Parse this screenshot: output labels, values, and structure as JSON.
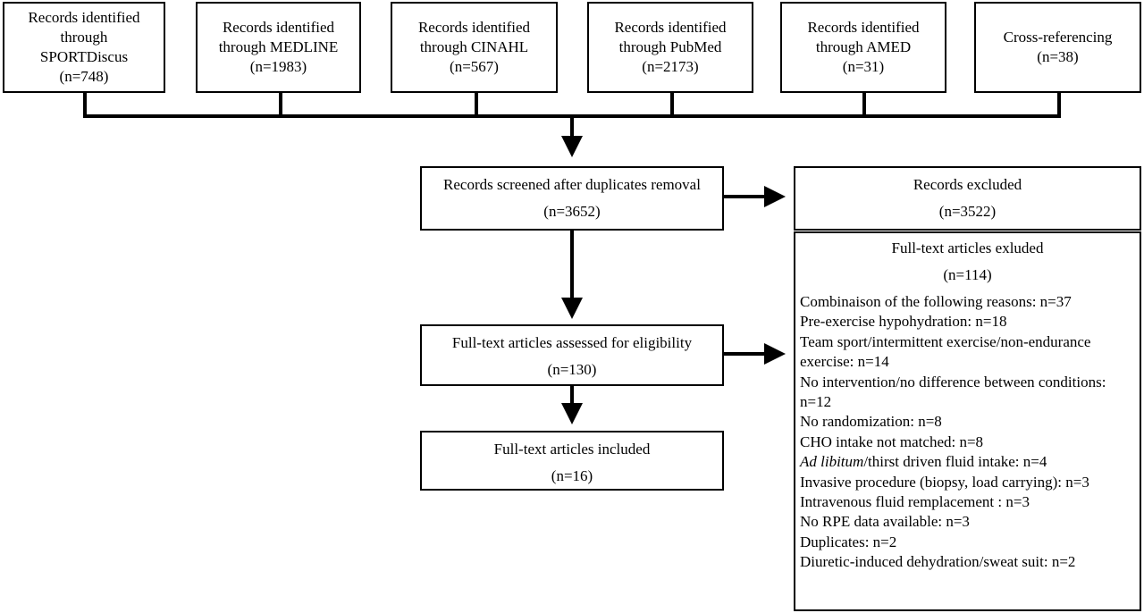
{
  "sources": [
    {
      "label_lines": [
        "Records identified",
        "through",
        "SPORTDiscus"
      ],
      "count": "(n=748)"
    },
    {
      "label_lines": [
        "Records identified",
        "through MEDLINE"
      ],
      "count": "(n=1983)"
    },
    {
      "label_lines": [
        "Records identified",
        "through CINAHL"
      ],
      "count": "(n=567)"
    },
    {
      "label_lines": [
        "Records identified",
        "through PubMed"
      ],
      "count": "(n=2173)"
    },
    {
      "label_lines": [
        "Records identified",
        "through AMED"
      ],
      "count": "(n=31)"
    },
    {
      "label_lines": [
        "Cross-referencing"
      ],
      "count": "(n=38)"
    }
  ],
  "screened": {
    "label": "Records screened after duplicates removal",
    "count": "(n=3652)"
  },
  "excluded": {
    "label": "Records excluded",
    "count": "(n=3522)"
  },
  "assessed": {
    "label": "Full-text articles assessed for eligibility",
    "count": "(n=130)"
  },
  "included": {
    "label": "Full-text articles included",
    "count": "(n=16)"
  },
  "fulltext_excluded": {
    "label": "Full-text articles exluded",
    "count": "(n=114)",
    "reasons": [
      {
        "text": "Combinaison of the following reasons: n=37"
      },
      {
        "text": "Pre-exercise hypohydration: n=18"
      },
      {
        "text": "Team sport/intermittent exercise/non-endurance exercise: n=14"
      },
      {
        "text": "No intervention/no difference between conditions: n=12"
      },
      {
        "text": "No randomization:  n=8"
      },
      {
        "text": "CHO intake not matched: n=8"
      },
      {
        "italic": "Ad libitum",
        "text": "/thirst driven fluid intake: n=4"
      },
      {
        "text": "Invasive procedure (biopsy, load carrying): n=3"
      },
      {
        "text": "Intravenous fluid remplacement : n=3"
      },
      {
        "text": "No RPE data available:  n=3"
      },
      {
        "text": "Duplicates: n=2"
      },
      {
        "text": "Diuretic-induced dehydration/sweat suit: n=2"
      }
    ]
  }
}
